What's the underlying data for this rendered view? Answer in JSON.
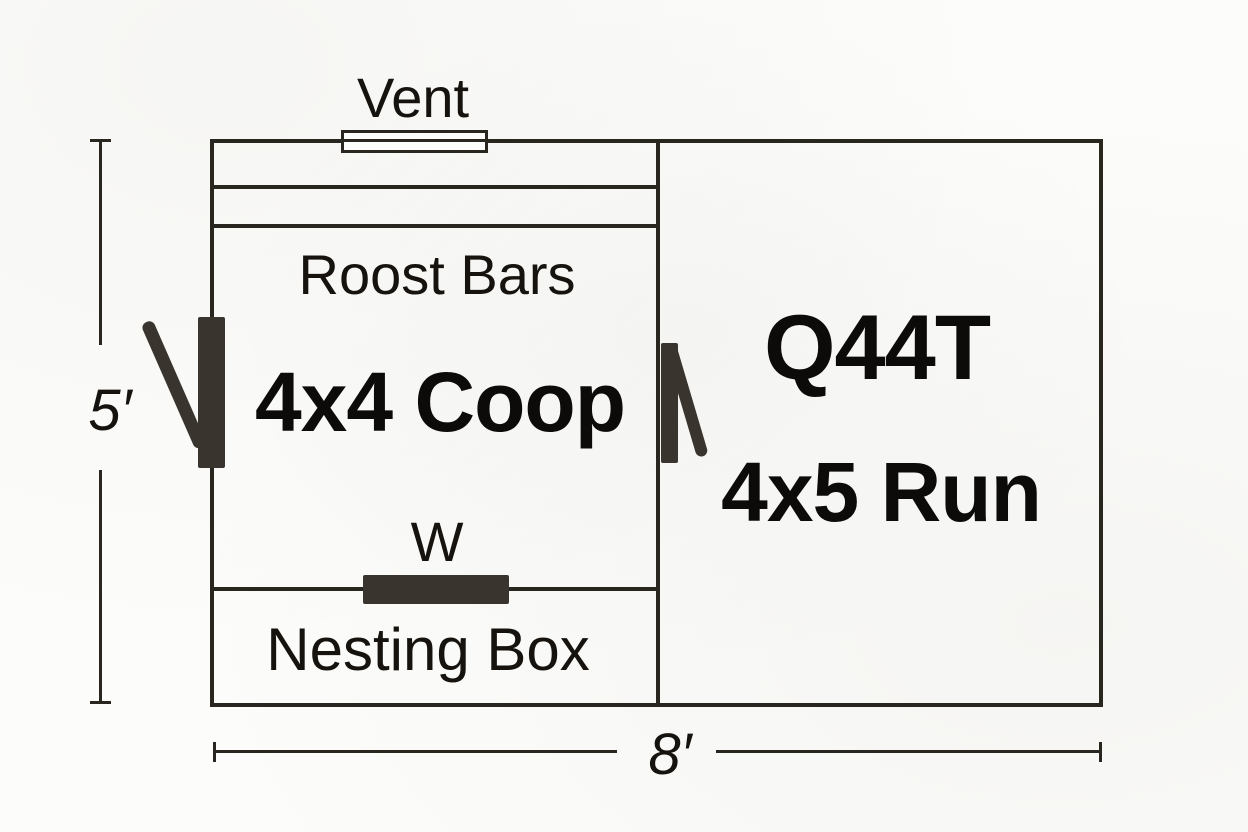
{
  "diagram": {
    "vent_label": "Vent",
    "roost_bars_label": "Roost Bars",
    "coop_label": "4x4 Coop",
    "window_label": "W",
    "nesting_box_label": "Nesting Box",
    "model_label": "Q44T",
    "run_label": "4x5 Run",
    "height_dimension": "5′",
    "width_dimension": "8′",
    "colors": {
      "line": "#29251f",
      "door_fill": "#39342e",
      "text": "#16130f",
      "background": "#fcfcfa"
    }
  }
}
